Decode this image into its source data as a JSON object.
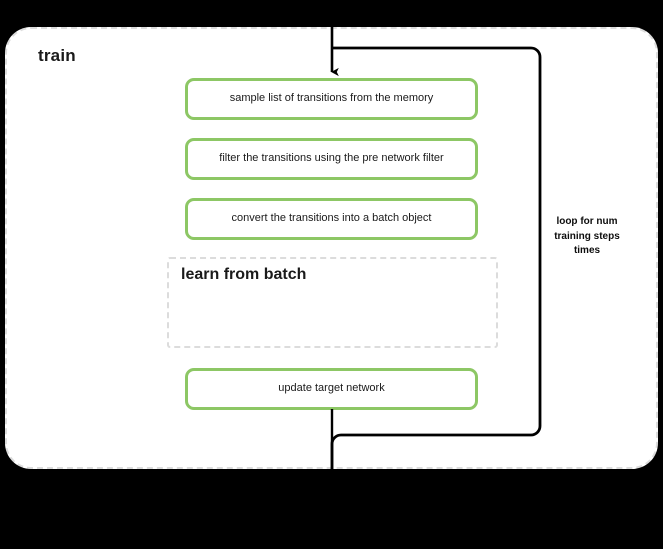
{
  "diagram": {
    "title": "train",
    "container": {
      "border_style": "dashed",
      "border_color": "#dcdcdc",
      "background": "#ffffff"
    },
    "accent_color": "#8dc765",
    "line_color": "#000000",
    "steps": [
      {
        "id": "sample",
        "label": "sample list of transitions from the memory"
      },
      {
        "id": "filter",
        "label": "filter the transitions using the pre network filter"
      },
      {
        "id": "convert",
        "label": "convert the transitions into a batch object"
      },
      {
        "id": "update",
        "label": "update target network"
      }
    ],
    "subprocess": {
      "id": "learn-from-batch",
      "label": "learn from batch",
      "border_style": "dashed",
      "border_color": "#dcdcdc"
    },
    "loop": {
      "label": "loop for num training steps times"
    }
  }
}
